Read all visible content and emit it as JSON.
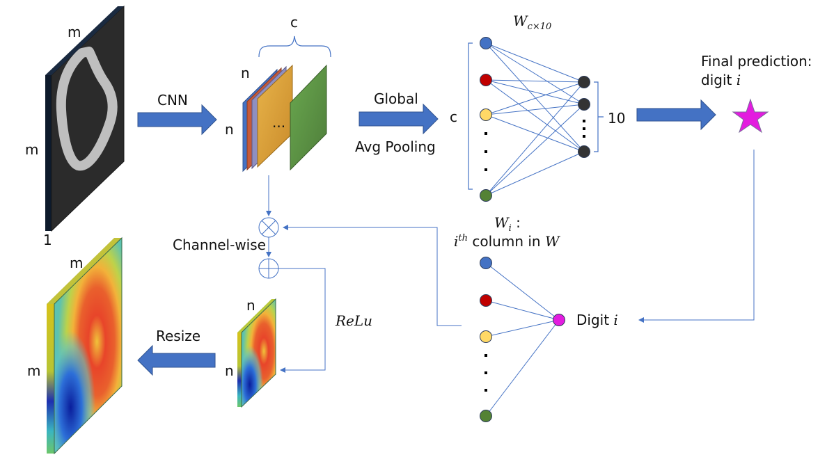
{
  "labels": {
    "input_m_top": "m",
    "input_m_left": "m",
    "input_one": "1",
    "cnn": "CNN",
    "fmap_c": "c",
    "fmap_n_top": "n",
    "fmap_n_left": "n",
    "fmap_ellipsis": "...",
    "global": "Global",
    "avg_pooling": "Avg Pooling",
    "layer_c": "c",
    "weight_W": "W",
    "weight_sub": "c×10",
    "ten": "10",
    "final_prediction": "Final prediction:",
    "final_digit": "digit ",
    "final_i": "i",
    "wi_W": "W",
    "wi_sub": "i",
    "wi_colon": " :",
    "wi_i": "i",
    "wi_th": "th",
    "wi_column": " column in ",
    "wi_Wcol": "W",
    "channel_wise": "Channel-wise",
    "relu": "ReLu",
    "digit_label": "Digit ",
    "digit_i": "i",
    "heat_n_top": "n",
    "heat_n_left": "n",
    "resize": "Resize",
    "out_m_top": "m",
    "out_m_left": "m"
  },
  "colors": {
    "accent": "#4472c4",
    "node_blue": "#4472c4",
    "node_red": "#c00000",
    "node_yellow": "#ffd966",
    "node_green": "#548235",
    "node_dark": "#333333",
    "star": "#e31cdf"
  },
  "icons": {
    "multiply": "circle-times-icon",
    "add": "circle-plus-icon",
    "star": "star-icon"
  }
}
